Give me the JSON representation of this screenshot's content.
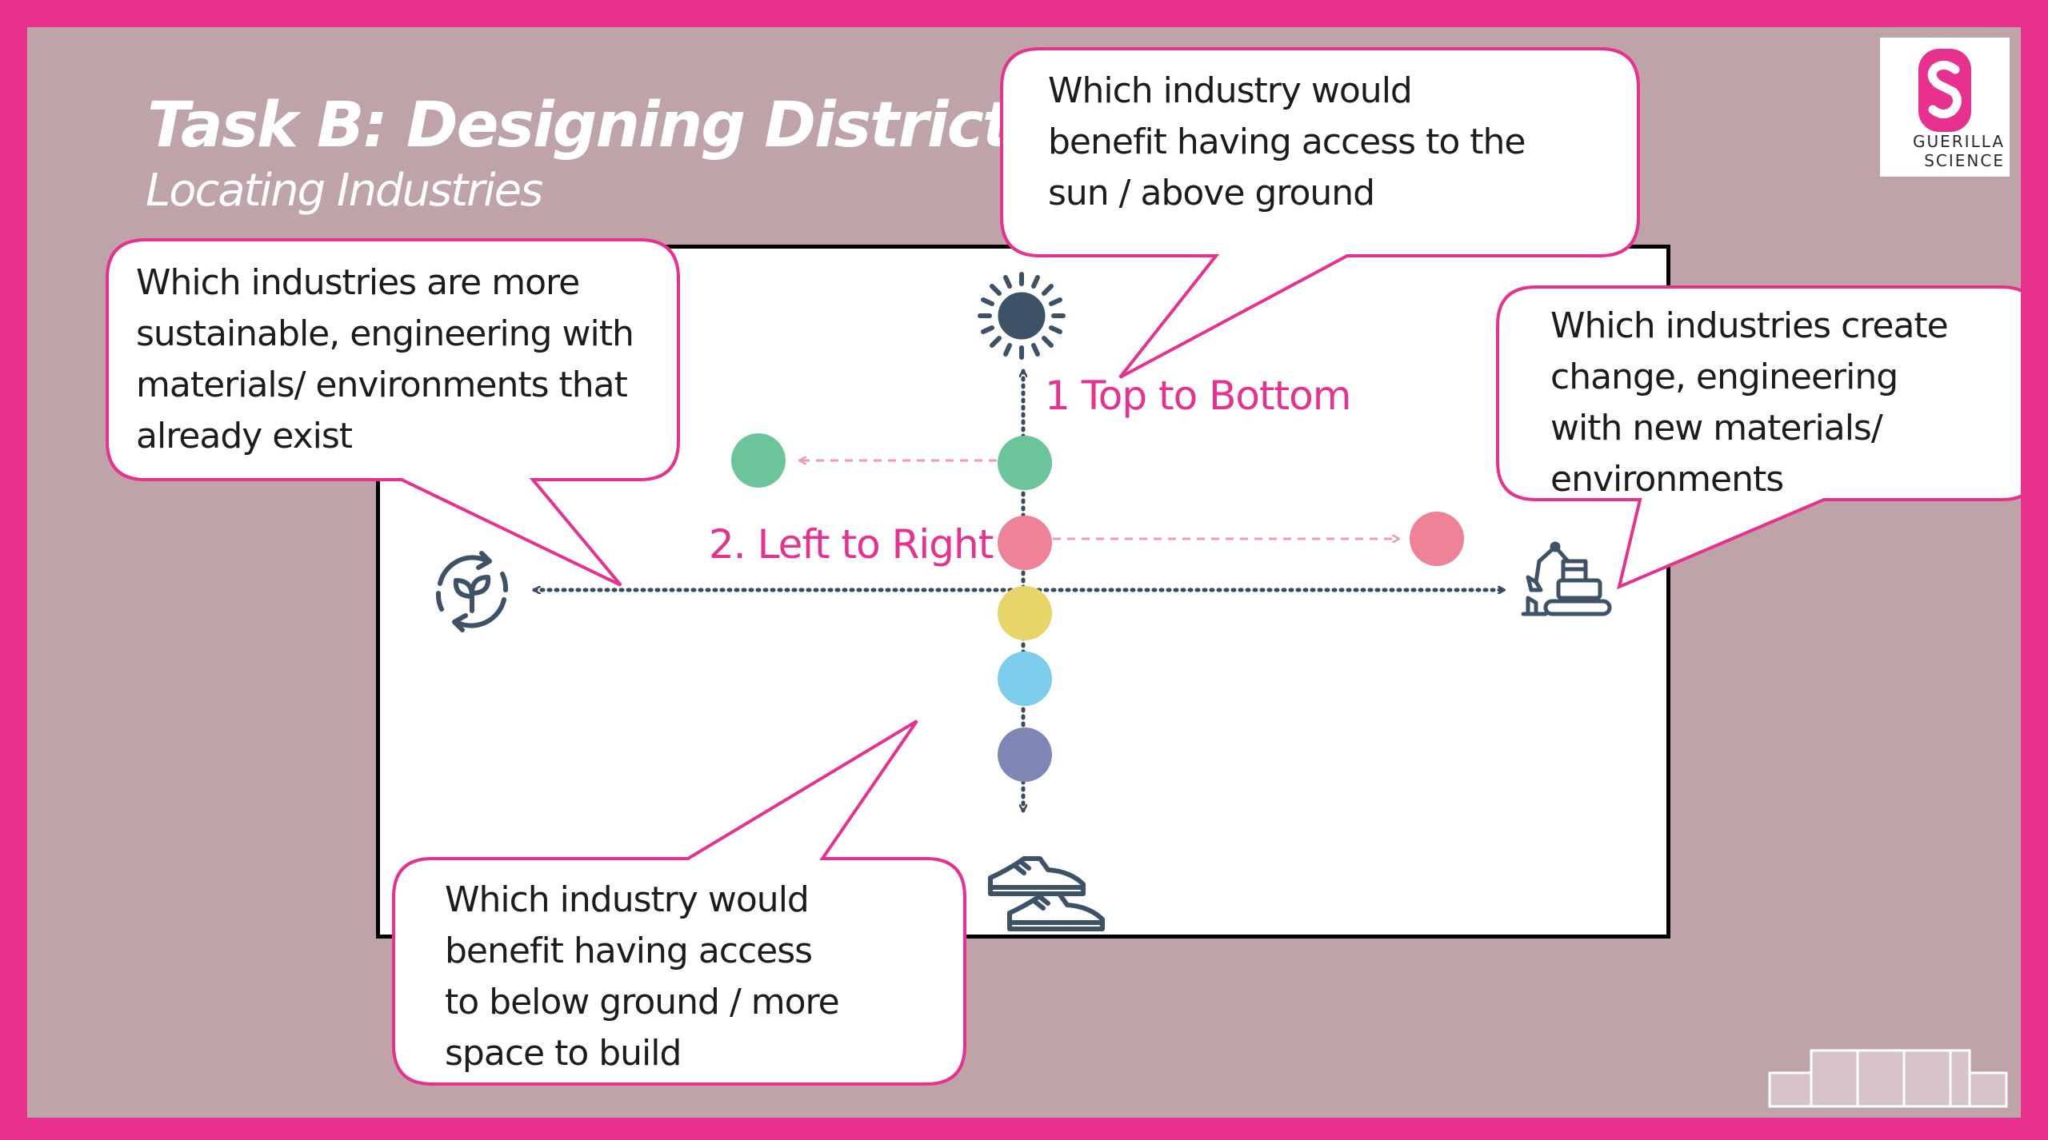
{
  "slide": {
    "title": "Task B: Designing District",
    "subtitle": "Locating Industries"
  },
  "bubbles": {
    "top": [
      "Which industry would",
      "benefit having access to the",
      "sun /  above ground"
    ],
    "left": [
      "Which industries are more",
      "sustainable,  engineering  with",
      "materials/ environments that",
      "already exist"
    ],
    "right": [
      "Which industries create",
      "change, engineering",
      "with new materials/",
      "environments"
    ],
    "bottom": [
      "Which industry would",
      "benefit having access",
      "to below ground /  more",
      "space to build"
    ]
  },
  "axes": {
    "vertical_label": "1 Top to Bottom",
    "horizontal_label": "2. Left to Right"
  },
  "dots": [
    {
      "name": "green",
      "color": "#6cc59a"
    },
    {
      "name": "pink",
      "color": "#ee8296"
    },
    {
      "name": "yellow",
      "color": "#e8d56a"
    },
    {
      "name": "blue",
      "color": "#7cccec"
    },
    {
      "name": "purple",
      "color": "#7f88b4"
    }
  ],
  "icons": {
    "top": "sun-icon",
    "bottom": "shoes-icon",
    "left": "recycle-plant-icon",
    "right": "excavator-icon"
  },
  "logo": {
    "line1": "GUERILLA",
    "line2": "SCIENCE",
    "letter": "S"
  },
  "colors": {
    "brand_pink": "#e8308e",
    "background": "#bea3a8",
    "axis": "#3a4a5c",
    "icon": "#3d5266"
  }
}
